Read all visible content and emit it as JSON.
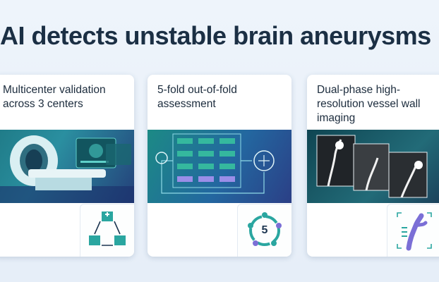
{
  "title": "AI detects unstable brain aneurysms",
  "cards": [
    {
      "heading": "Multicenter validation across 3 centers",
      "icon": "hospital-network-icon"
    },
    {
      "heading": "5-fold out-of-fold assessment",
      "icon": "fold-cycle-icon",
      "badge_number": "5"
    },
    {
      "heading": "Dual-phase high-resolution vessel wall imaging",
      "icon": "vessel-scan-icon"
    }
  ],
  "colors": {
    "title": "#1b2f44",
    "accent_teal": "#2aa6a0",
    "accent_purple": "#7b6fd6",
    "navy": "#24407a"
  }
}
